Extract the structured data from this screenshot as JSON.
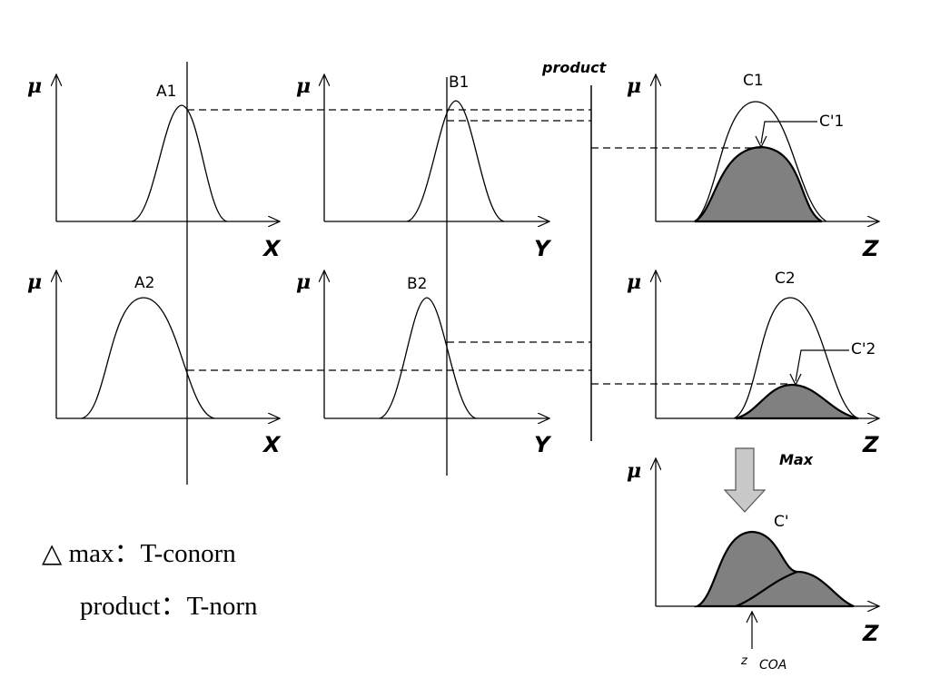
{
  "labels": {
    "mu": "μ",
    "A1": "A1",
    "B1": "B1",
    "C1": "C1",
    "C1prime": "C'1",
    "A2": "A2",
    "B2": "B2",
    "C2": "C2",
    "C2prime": "C'2",
    "Cprime": "C'",
    "X": "X",
    "Y": "Y",
    "Z": "Z",
    "product": "product",
    "max": "Max",
    "z": "z",
    "coa": "COA"
  },
  "legend": {
    "symbol": "△",
    "line1_term": "max",
    "line1_sep": "：",
    "line1_def": "T-conorn",
    "line2_term": "product",
    "line2_sep": "：",
    "line2_def": "T-norn"
  },
  "colors": {
    "stroke": "#000000",
    "fill_gray": "#808080",
    "arrow_gray": "#c8c8c8",
    "arrow_border": "#555555"
  }
}
